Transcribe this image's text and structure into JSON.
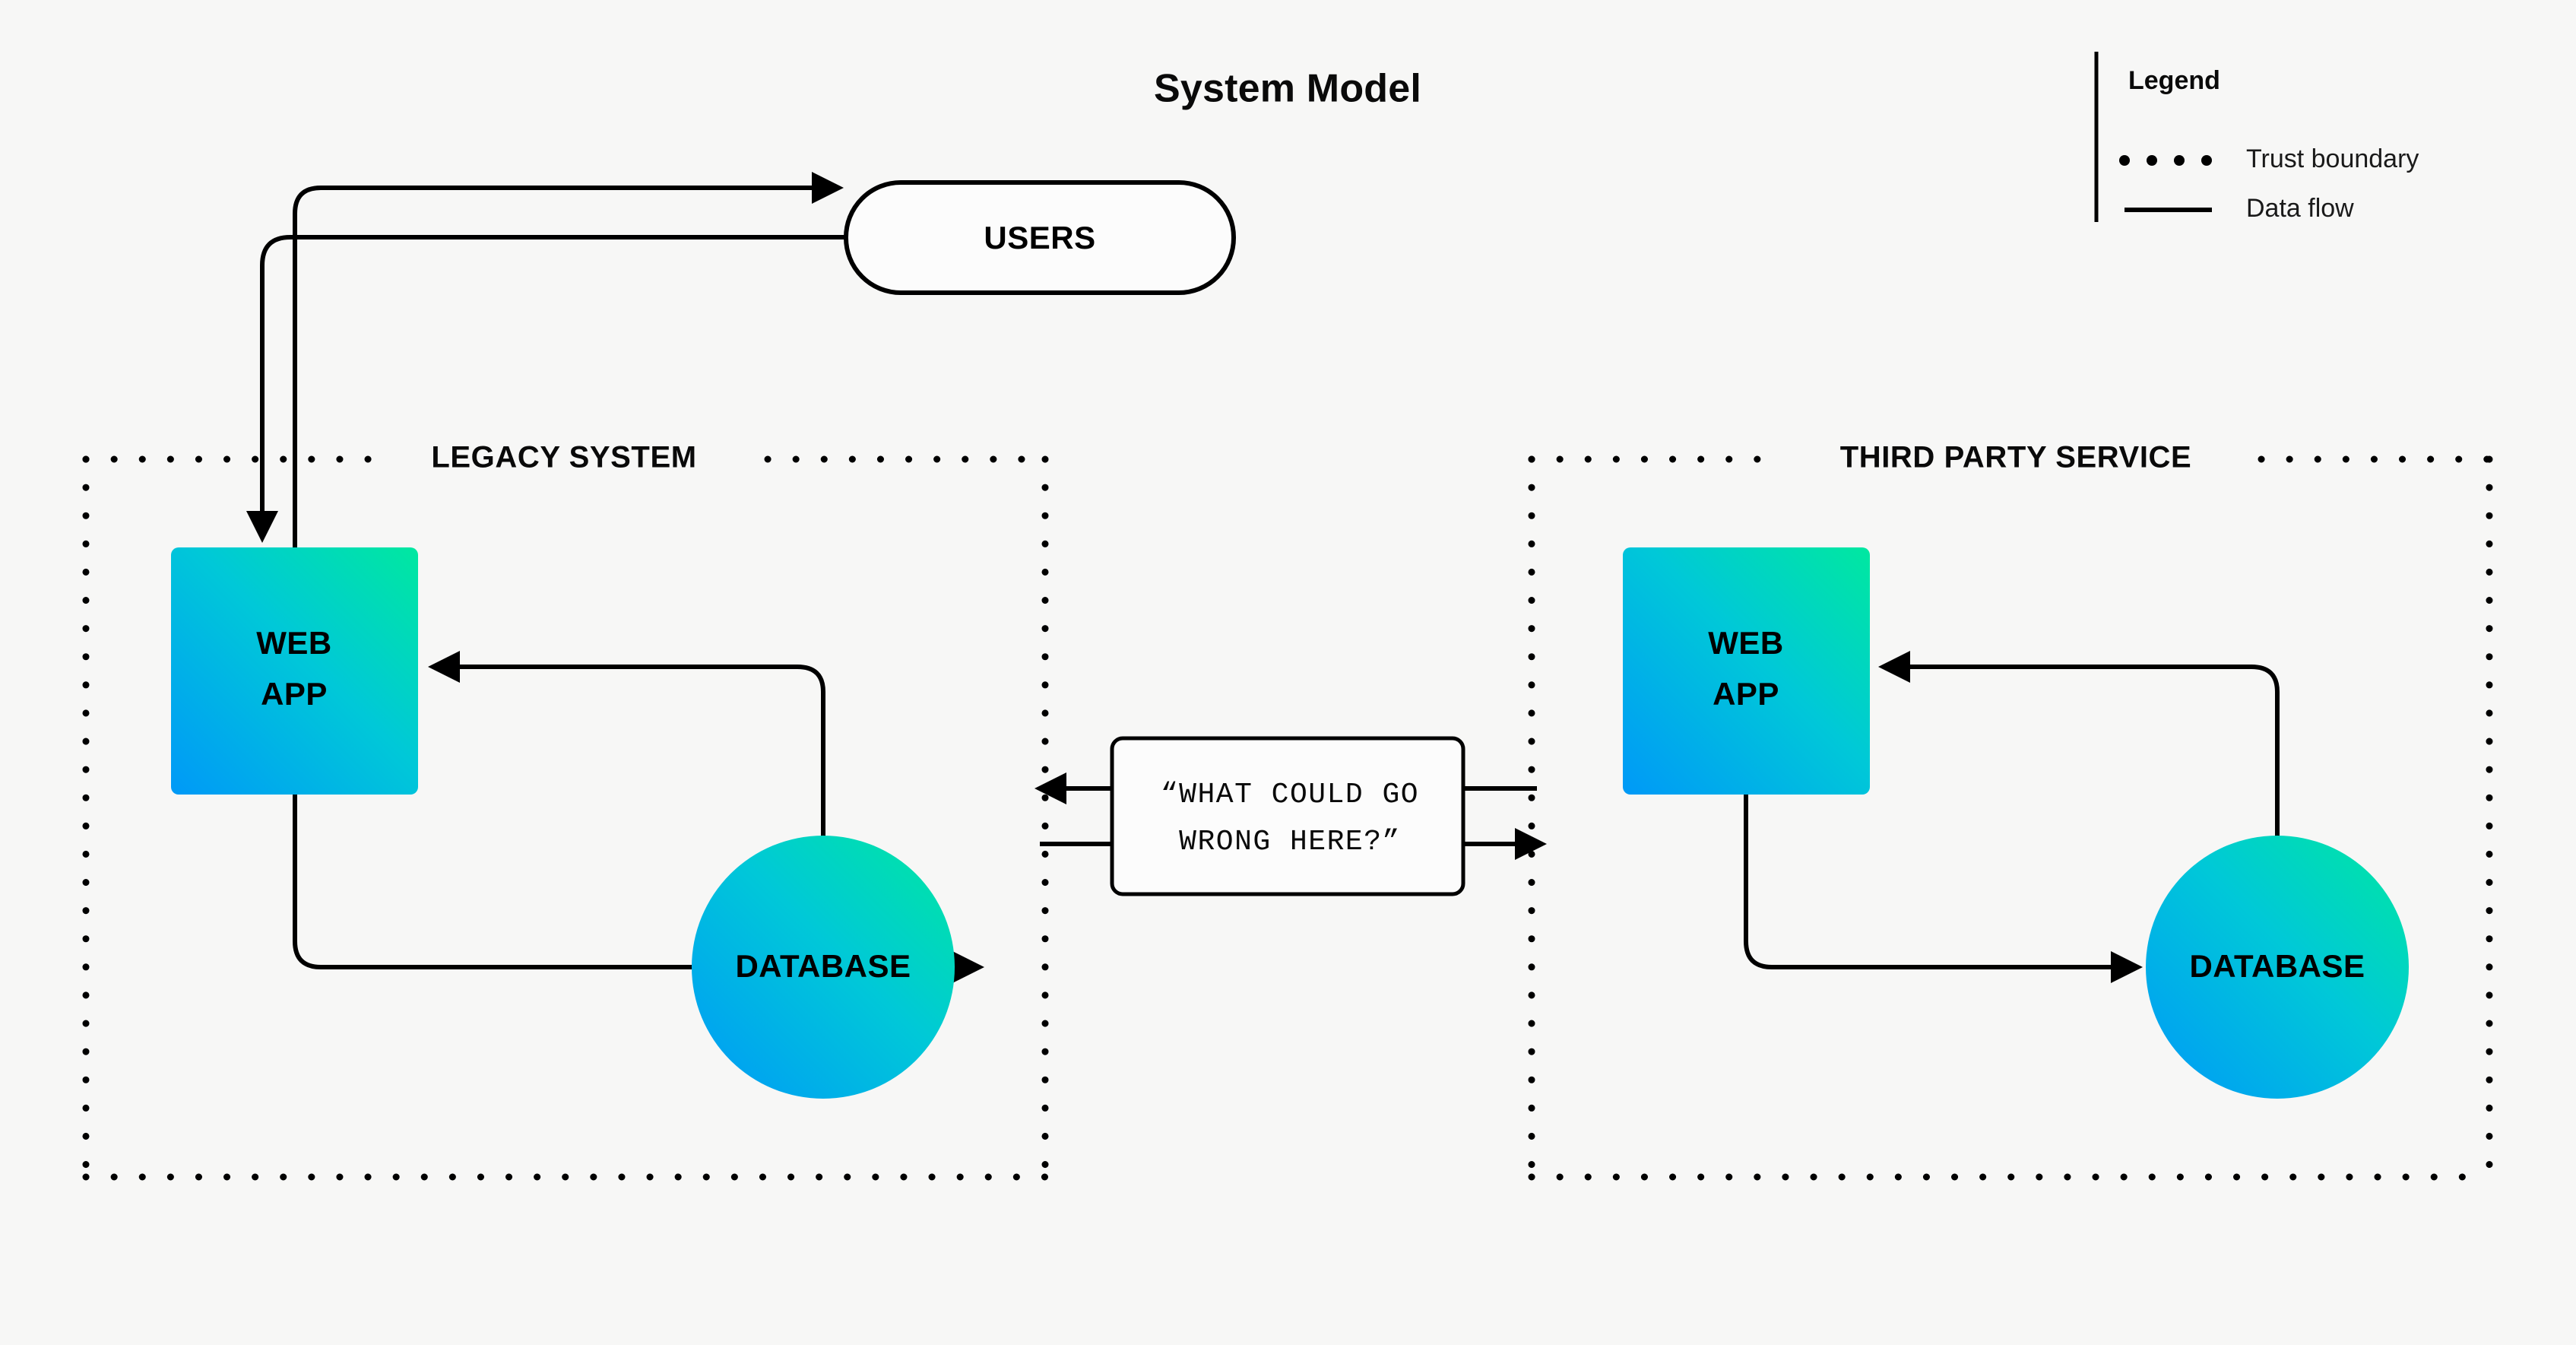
{
  "title": "System Model",
  "colors": {
    "background": "#f7f7f6",
    "node_gradient_start": "#0099f7",
    "node_gradient_end": "#00e8a0",
    "stroke": "#000000",
    "surface": "#fcfcfc"
  },
  "legend": {
    "heading": "Legend",
    "items": [
      {
        "label": "Trust boundary",
        "style": "dotted",
        "icon": "dotted-line-icon"
      },
      {
        "label": "Data flow",
        "style": "solid",
        "icon": "solid-line-icon"
      }
    ]
  },
  "callout": {
    "line1": "“WHAT COULD GO",
    "line2": "WRONG HERE?”"
  },
  "actors": [
    {
      "id": "users",
      "label": "USERS",
      "shape": "pill"
    }
  ],
  "boundaries": [
    {
      "id": "legacy",
      "label": "LEGACY SYSTEM",
      "nodes": [
        {
          "id": "legacy-web-app",
          "label_line1": "WEB",
          "label_line2": "APP",
          "shape": "square"
        },
        {
          "id": "legacy-database",
          "label": "DATABASE",
          "shape": "circle"
        }
      ]
    },
    {
      "id": "third-party",
      "label": "THIRD PARTY SERVICE",
      "nodes": [
        {
          "id": "third-party-web-app",
          "label_line1": "WEB",
          "label_line2": "APP",
          "shape": "square"
        },
        {
          "id": "third-party-database",
          "label": "DATABASE",
          "shape": "circle"
        }
      ]
    }
  ],
  "flows": [
    {
      "from": "users",
      "to": "legacy-web-app",
      "type": "data flow"
    },
    {
      "from": "legacy-web-app",
      "to": "users",
      "type": "data flow"
    },
    {
      "from": "legacy-web-app",
      "to": "legacy-database",
      "type": "data flow"
    },
    {
      "from": "legacy-database",
      "to": "legacy-web-app",
      "type": "data flow"
    },
    {
      "from": "callout",
      "to": "legacy",
      "type": "data flow"
    },
    {
      "from": "callout",
      "to": "third-party",
      "type": "data flow"
    },
    {
      "from": "third-party-web-app",
      "to": "third-party-database",
      "type": "data flow"
    },
    {
      "from": "third-party-database",
      "to": "third-party-web-app",
      "type": "data flow"
    }
  ]
}
